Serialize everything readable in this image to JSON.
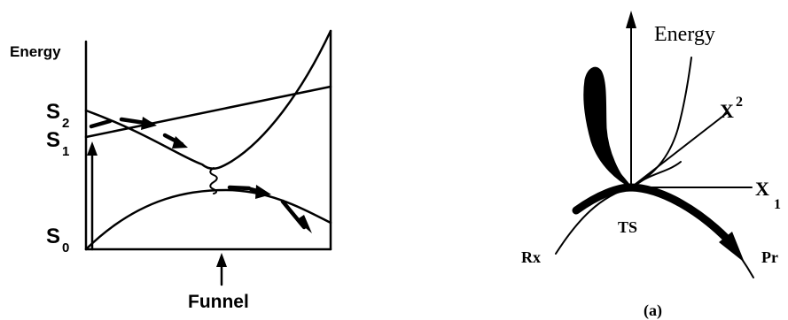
{
  "left_panel": {
    "y_label": "Energy",
    "states": {
      "s2": {
        "main": "S",
        "sub": "2"
      },
      "s1": {
        "main": "S",
        "sub": "1"
      },
      "s0": {
        "main": "S",
        "sub": "0"
      }
    },
    "funnel_label": "Funnel"
  },
  "right_panel": {
    "energy_label": "Energy",
    "x2": {
      "main": "X",
      "sub": "2"
    },
    "x1": {
      "main": "X",
      "sub": "1"
    },
    "ts_label": "TS",
    "rx_label": "Rx",
    "pr_label": "Pr",
    "caption": "(a)"
  }
}
